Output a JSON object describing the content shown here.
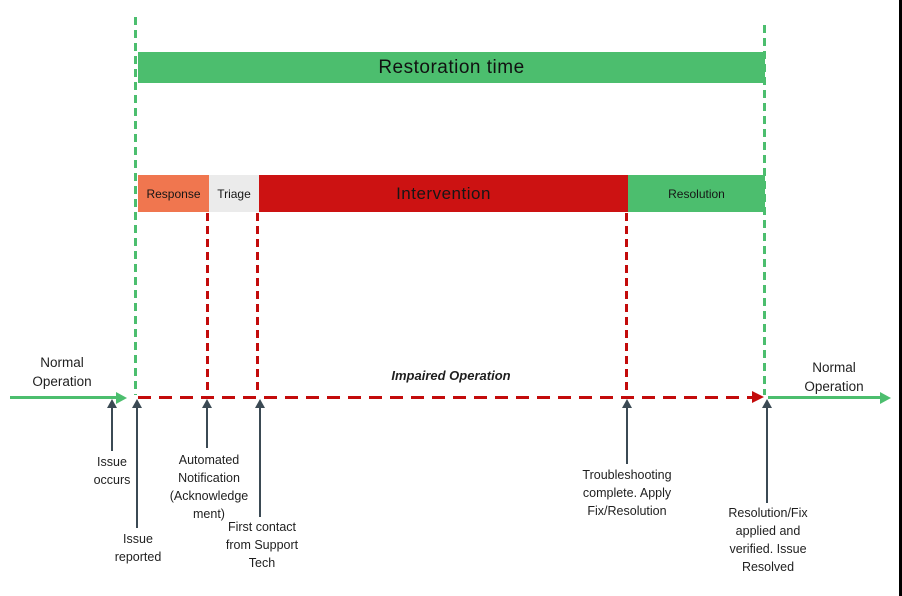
{
  "colors": {
    "green": "#4CBE6E",
    "orange": "#F0764F",
    "triage-gray": "#EBEBEB",
    "red-bar": "#CC1212",
    "red-dash": "#C30B0B",
    "arrow": "#3B4A54",
    "text": "#1F1F1F"
  },
  "restoration_bar": {
    "label": "Restoration time"
  },
  "phase_bar": {
    "phases": [
      {
        "label": "Response"
      },
      {
        "label": "Triage"
      },
      {
        "label": "Intervention"
      },
      {
        "label": "Resolution"
      }
    ]
  },
  "timeline": {
    "normal_left_lines": [
      "Normal",
      "Operation"
    ],
    "impaired_label": "Impaired Operation",
    "normal_right_lines": [
      "Normal",
      "Operation"
    ]
  },
  "events": [
    {
      "id": "issue-occurs",
      "lines": [
        "Issue",
        "occurs"
      ]
    },
    {
      "id": "issue-reported",
      "lines": [
        "Issue",
        "reported"
      ]
    },
    {
      "id": "automated-notification",
      "lines": [
        "Automated",
        "Notification",
        "(Acknowledge",
        "ment)"
      ]
    },
    {
      "id": "first-contact",
      "lines": [
        "First contact",
        "from Support",
        "Tech"
      ]
    },
    {
      "id": "troubleshooting-complete",
      "lines": [
        "Troubleshooting",
        "complete. Apply",
        "Fix/Resolution"
      ]
    },
    {
      "id": "resolution-applied",
      "lines": [
        "Resolution/Fix",
        "applied and",
        "verified. Issue",
        "Resolved"
      ]
    }
  ]
}
